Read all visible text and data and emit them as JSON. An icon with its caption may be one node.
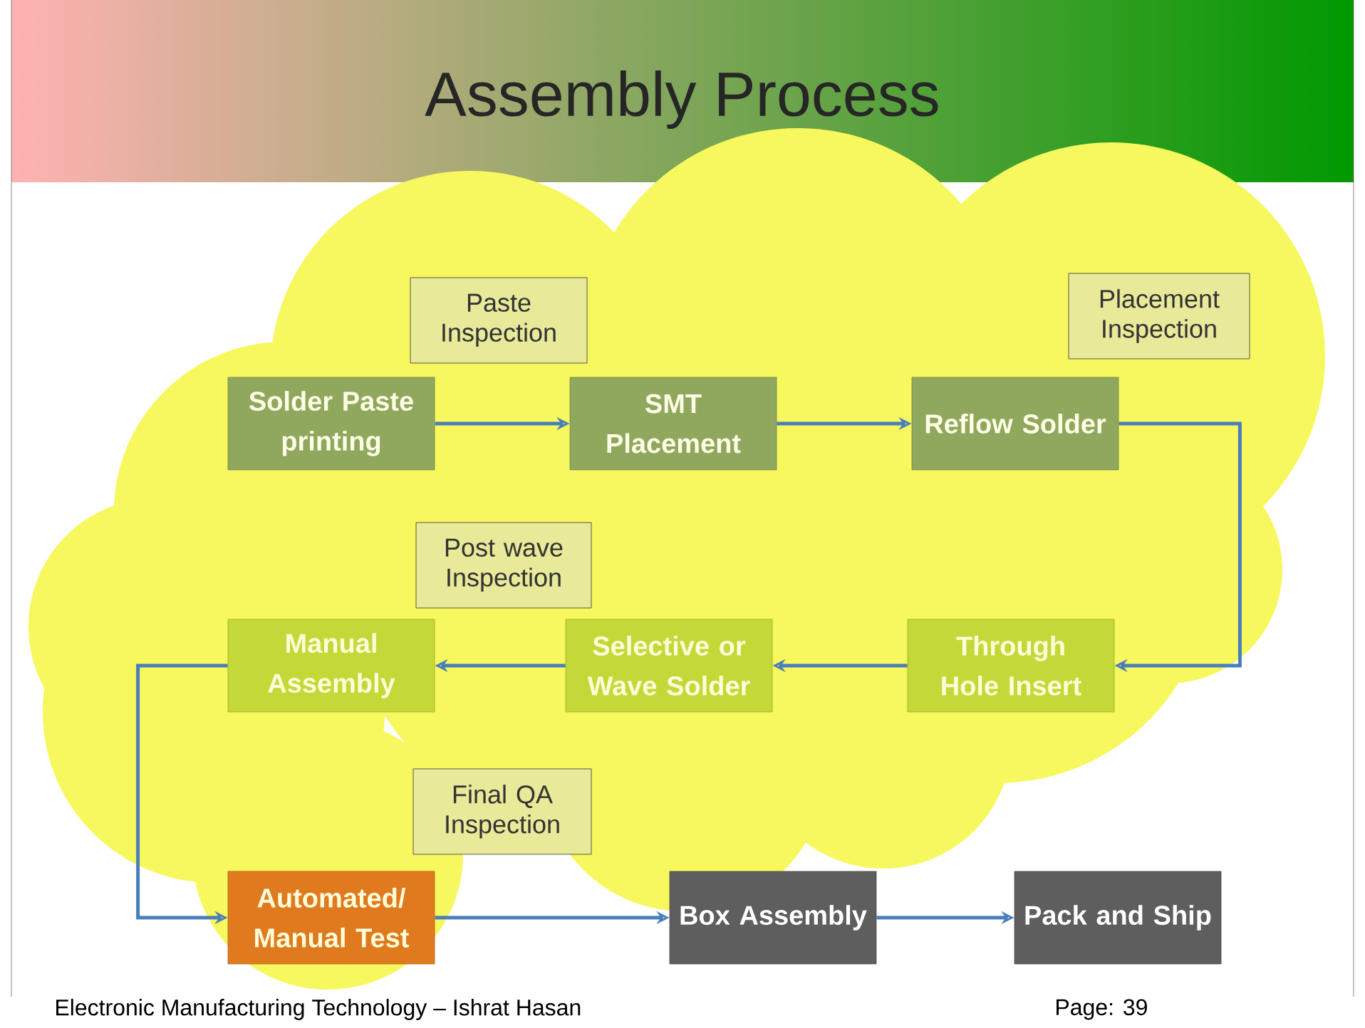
{
  "diagram": {
    "title": "Assembly Process",
    "nodes": [
      {
        "text": [
          "Paste Inspection"
        ]
      },
      {
        "text": [
          "Placement Inspection"
        ]
      },
      {
        "text": [
          "Solder Paste printing"
        ]
      },
      {
        "text": [
          "SMT Placement"
        ]
      },
      {
        "text": [
          "Reflow Solder"
        ]
      },
      {
        "text": [
          "Post wave Inspection"
        ]
      },
      {
        "text": [
          "Manual Assembly"
        ]
      },
      {
        "text": [
          "Selective or Wave Solder"
        ]
      },
      {
        "text": [
          "Through Hole Insert"
        ]
      },
      {
        "text": [
          "Final QA Inspection"
        ]
      },
      {
        "text": [
          "Automated/ Manual Test"
        ]
      },
      {
        "text": [
          "Box Assembly"
        ]
      },
      {
        "text": [
          "Pack and Ship"
        ]
      }
    ],
    "edges": [
      {
        "from": 2,
        "to": 3,
        "arrow": "to"
      },
      {
        "from": 3,
        "to": 4,
        "arrow": "to"
      },
      {
        "from": 4,
        "to": 8,
        "arrow": "to"
      },
      {
        "from": 8,
        "to": 7,
        "arrow": "to"
      },
      {
        "from": 7,
        "to": 6,
        "arrow": "to"
      },
      {
        "from": 6,
        "to": 10,
        "arrow": "to"
      },
      {
        "from": 10,
        "to": 11,
        "arrow": "to"
      },
      {
        "from": 11,
        "to": 12,
        "arrow": "to"
      }
    ],
    "labels": [
      "Electronic Manufacturing Technology – Ishrat Hasan",
      "Page: 39"
    ]
  }
}
